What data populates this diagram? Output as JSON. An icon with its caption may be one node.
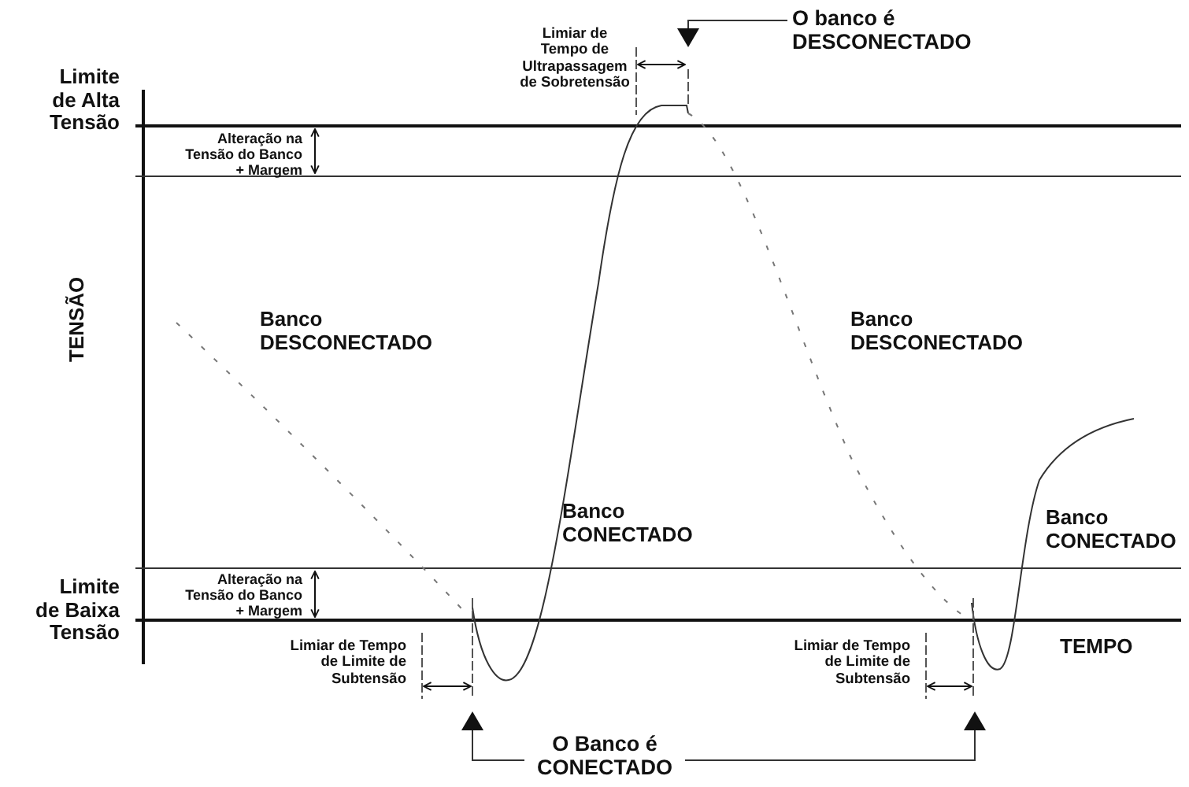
{
  "diagram": {
    "nodes": [
      {
        "text": [
          "O banco é DESCONECTADO"
        ]
      },
      {
        "text": [],
        "shape": "triangle"
      },
      {
        "text": [],
        "shape": "triangle"
      },
      {
        "text": [],
        "shape": "triangle"
      },
      {
        "text": [
          "O Banco é CONECTADO"
        ]
      }
    ],
    "edges": [
      {
        "from": 0,
        "to": 1,
        "arrow": "none"
      },
      {
        "from": 4,
        "to": 2,
        "arrow": "none"
      },
      {
        "from": 4,
        "to": 3,
        "arrow": "none"
      }
    ],
    "labels": [
      "Limiar de Tempo de Ultrapassagem de Sobretensão",
      "Limite de Alta Tensão",
      "Alteração na Tensão do Banco + Margem",
      "TENSÃO",
      "Banco DESCONECTADO",
      "Banco DESCONECTADO",
      "Banco CONECTADO",
      "Banco CONECTADO",
      "Alteração na Tensão do Banco + Margem",
      "Limite de Baixa Tensão",
      "TEMPO",
      "Limiar de Tempo de Limite de Subtensão",
      "Limiar de Tempo de Limite de Subtensão"
    ]
  }
}
